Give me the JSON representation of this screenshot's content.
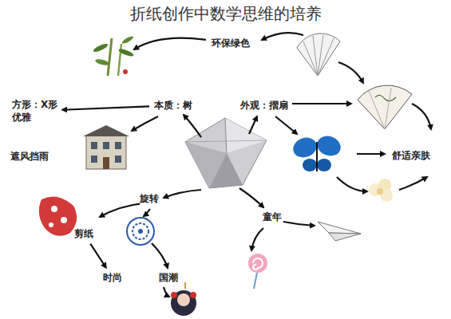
{
  "diagram": {
    "title": "折纸创作中数学思维的培养",
    "nodes": [
      {
        "text": [
          "环保绿色"
        ]
      },
      {
        "text": [
          "方形：X形",
          "优雅"
        ]
      },
      {
        "text": [
          "本质：树"
        ]
      },
      {
        "text": [
          "外观：摺扇"
        ]
      },
      {
        "text": [
          "遮风挡雨"
        ]
      },
      {
        "text": [
          "舒适亲肤"
        ]
      },
      {
        "text": [
          "旋转"
        ]
      },
      {
        "text": [
          "童年"
        ]
      },
      {
        "text": [
          "剪纸"
        ]
      },
      {
        "text": [
          "时尚"
        ]
      },
      {
        "text": [
          "国潮"
        ]
      }
    ],
    "edges": [
      {
        "from": 2,
        "to": 1,
        "arrow": "to"
      },
      {
        "from": 8,
        "to": 9,
        "arrow": "to"
      }
    ]
  }
}
